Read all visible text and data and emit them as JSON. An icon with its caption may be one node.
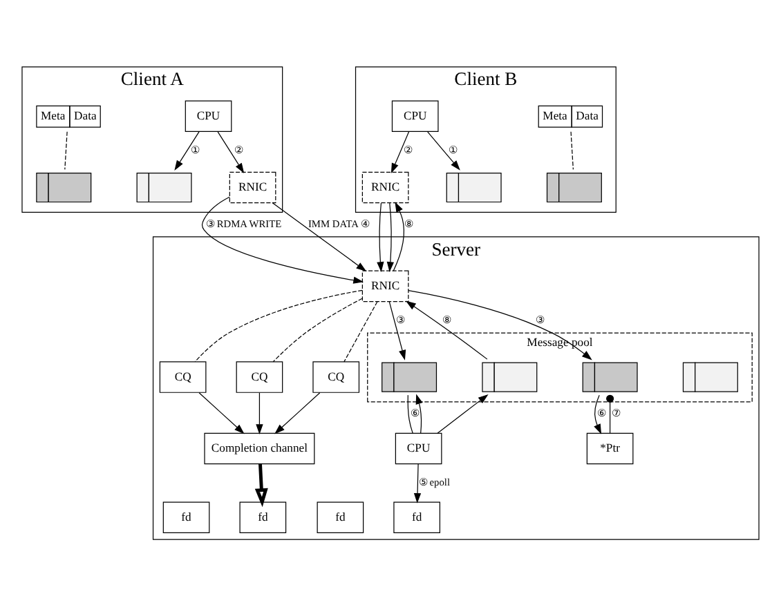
{
  "diagram": {
    "nodes": [
      {
        "text": [
          "Client A"
        ]
      },
      {
        "text": [
          "Meta",
          "Data"
        ],
        "in": 0
      },
      {
        "text": [],
        "shape": "box",
        "in": 0
      },
      {
        "text": [],
        "shape": "box",
        "in": 0
      },
      {
        "text": [
          "CPU"
        ],
        "in": 0
      },
      {
        "text": [
          "RNIC"
        ],
        "in": 0
      },
      {
        "text": [
          "Client B"
        ]
      },
      {
        "text": [
          "CPU"
        ],
        "in": 6
      },
      {
        "text": [
          "RNIC"
        ],
        "in": 6
      },
      {
        "text": [],
        "shape": "box",
        "in": 6
      },
      {
        "text": [
          "Meta",
          "Data"
        ],
        "in": 6
      },
      {
        "text": [],
        "shape": "box",
        "in": 6
      },
      {
        "text": [
          "Server"
        ]
      },
      {
        "text": [
          "RNIC"
        ],
        "in": 12
      },
      {
        "text": [
          "CQ"
        ],
        "in": 12
      },
      {
        "text": [
          "CQ"
        ],
        "in": 12
      },
      {
        "text": [
          "CQ"
        ],
        "in": 12
      },
      {
        "text": [
          "Completion channel"
        ],
        "in": 12
      },
      {
        "text": [
          "fd"
        ],
        "in": 12
      },
      {
        "text": [
          "fd"
        ],
        "in": 12
      },
      {
        "text": [
          "fd"
        ],
        "in": 12
      },
      {
        "text": [
          "fd"
        ],
        "in": 12
      },
      {
        "text": [
          "Message pool"
        ],
        "in": 12
      },
      {
        "text": [],
        "shape": "box",
        "in": 22
      },
      {
        "text": [],
        "shape": "box",
        "in": 22
      },
      {
        "text": [],
        "shape": "box",
        "in": 22
      },
      {
        "text": [],
        "shape": "box",
        "in": 22
      },
      {
        "text": [
          "CPU"
        ],
        "in": 12
      },
      {
        "text": [
          "*Ptr"
        ],
        "in": 12
      }
    ],
    "edges": [
      {
        "from": 1,
        "to": 2,
        "arrow": "none",
        "style": "dashed"
      },
      {
        "from": 4,
        "to": 3,
        "arrow": "to",
        "label": "①"
      },
      {
        "from": 4,
        "to": 5,
        "arrow": "to",
        "label": "②"
      },
      {
        "from": 5,
        "to": 13,
        "arrow": "to",
        "label": "③ RDMA WRITE"
      },
      {
        "from": 5,
        "to": 13,
        "arrow": "to",
        "label": "IMM DATA ④"
      },
      {
        "from": 7,
        "to": 8,
        "arrow": "to",
        "label": "②"
      },
      {
        "from": 7,
        "to": 9,
        "arrow": "to",
        "label": "①"
      },
      {
        "from": 10,
        "to": 11,
        "arrow": "none",
        "style": "dashed"
      },
      {
        "from": 8,
        "to": 13,
        "arrow": "to"
      },
      {
        "from": 8,
        "to": 13,
        "arrow": "to"
      },
      {
        "from": 13,
        "to": 8,
        "arrow": "to",
        "label": "⑧"
      },
      {
        "from": 13,
        "to": 14,
        "arrow": "none",
        "style": "dashed"
      },
      {
        "from": 13,
        "to": 15,
        "arrow": "none",
        "style": "dashed"
      },
      {
        "from": 13,
        "to": 16,
        "arrow": "none",
        "style": "dashed"
      },
      {
        "from": 14,
        "to": 17,
        "arrow": "to"
      },
      {
        "from": 15,
        "to": 17,
        "arrow": "to"
      },
      {
        "from": 16,
        "to": 17,
        "arrow": "to"
      },
      {
        "from": 17,
        "to": 19,
        "arrow": "to",
        "style": "thick"
      },
      {
        "from": 13,
        "to": 23,
        "arrow": "to",
        "label": "③"
      },
      {
        "from": 24,
        "to": 13,
        "arrow": "to",
        "label": "⑧"
      },
      {
        "from": 13,
        "to": 25,
        "arrow": "to",
        "label": "③"
      },
      {
        "from": 27,
        "to": 23,
        "arrow": "none",
        "label": "⑥"
      },
      {
        "from": 27,
        "to": 23,
        "arrow": "to"
      },
      {
        "from": 27,
        "to": 24,
        "arrow": "to"
      },
      {
        "from": 27,
        "to": 21,
        "arrow": "to",
        "label": "⑤ epoll"
      },
      {
        "from": 25,
        "to": 28,
        "arrow": "to",
        "label": "⑥"
      },
      {
        "from": 28,
        "to": 25,
        "arrow": "other",
        "label": "⑦"
      }
    ]
  }
}
